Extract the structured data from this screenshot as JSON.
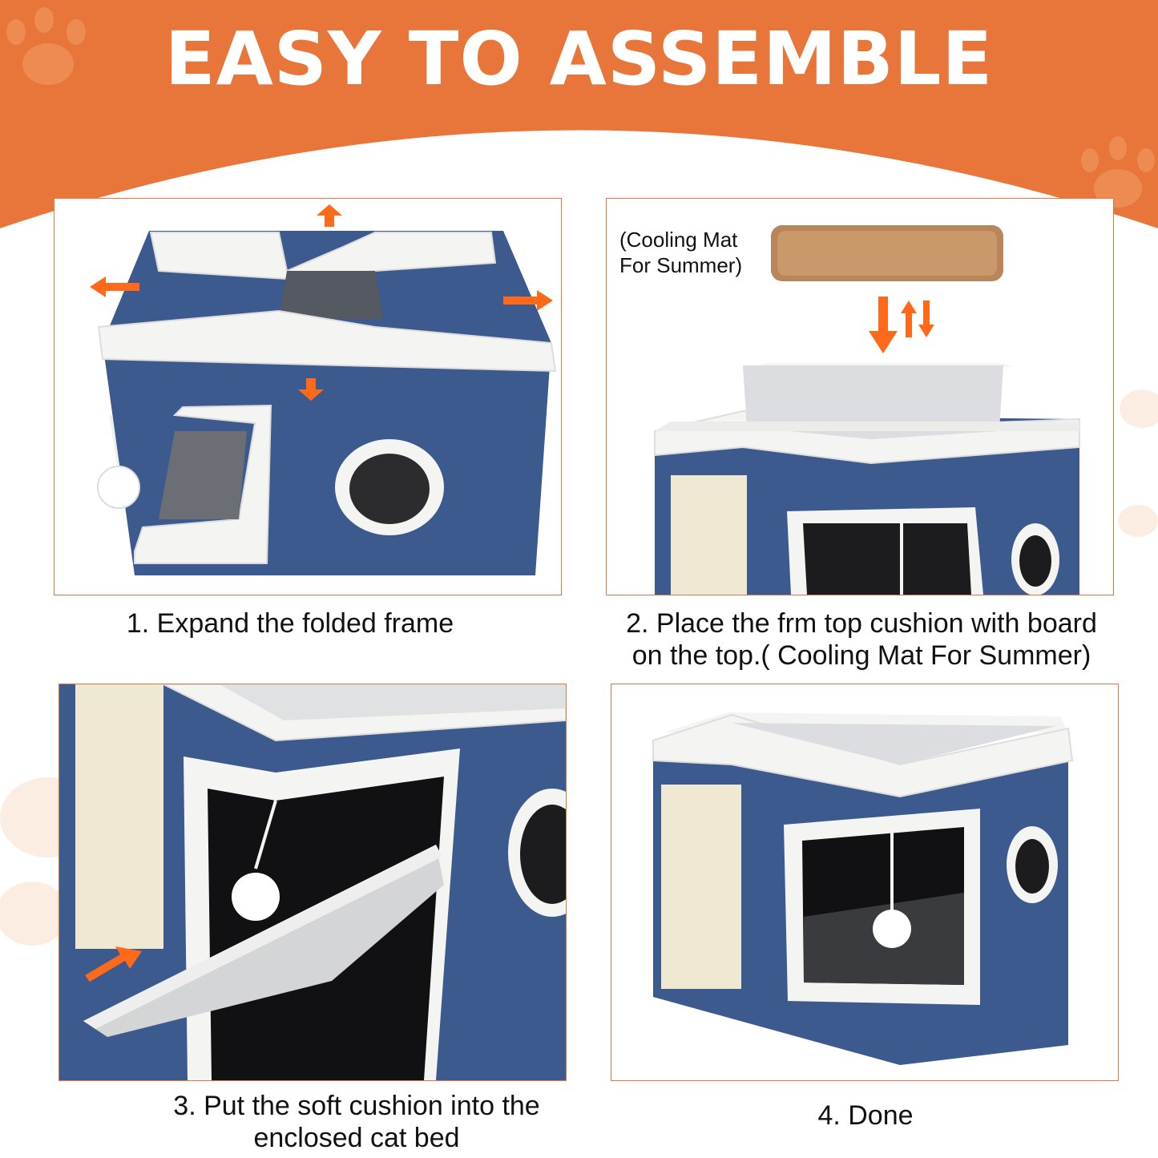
{
  "header": {
    "title": "EASY TO ASSEMBLE"
  },
  "colors": {
    "accent": "#e8763a",
    "denim": "#3d5a8e",
    "fleece": "#f4f4f2",
    "background": "#ffffff"
  },
  "steps": [
    {
      "caption_lines": [
        "1. Expand the folded frame"
      ]
    },
    {
      "caption_lines": [
        "2. Place the frm top cushion with board",
        "on the top.( Cooling Mat For Summer)"
      ]
    },
    {
      "caption_lines": [
        "3. Put the soft cushion into the",
        "enclosed cat bed"
      ]
    },
    {
      "caption_lines": [
        "4. Done"
      ]
    }
  ],
  "cooling_mat": {
    "label_lines": [
      "(Cooling Mat",
      "For Summer)"
    ]
  },
  "icons": [
    "arrow-up-icon",
    "arrow-left-icon",
    "arrow-right-icon",
    "arrow-down-icon",
    "swap-arrows-icon",
    "paw-print-icon"
  ]
}
